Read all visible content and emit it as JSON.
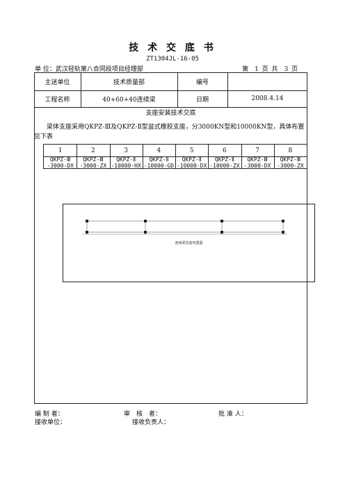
{
  "header": {
    "title": "技 术 交 底 书",
    "doc_code": "ZT1304JL-16-05",
    "unit": "单 位：武汉轻轨第八合同段项目经理部",
    "page_info": "第　1 页 共　3 页"
  },
  "info_table": {
    "row1": {
      "label1": "主送单位",
      "value1": "技术质量部",
      "label2": "编号",
      "value2": ""
    },
    "row2": {
      "label1": "工程名称",
      "value1": "40+60+40连续梁",
      "label2": "日期",
      "value2": "2008.4.14"
    }
  },
  "section": {
    "title": "支座安装技术交底",
    "paragraph": "梁体支座采用QKPZ-Ⅲ及QKPZ-Ⅱ型盆式橡胶支座，分3000KN型和10000KN型，具体布置见下表"
  },
  "bearing_table": {
    "headers": [
      "1",
      "2",
      "3",
      "4",
      "5",
      "6",
      "7",
      "8"
    ],
    "values": [
      {
        "line1": "QKPZ-Ⅲ",
        "line2": "-3000-DX"
      },
      {
        "line1": "QKPZ-Ⅲ",
        "line2": "-3000-ZX"
      },
      {
        "line1": "QKPZ-Ⅱ",
        "line2": "-10000-HX"
      },
      {
        "line1": "QKPZ-Ⅱ",
        "line2": "-10000-GD"
      },
      {
        "line1": "QKPZ-Ⅱ",
        "line2": "-10000-DX"
      },
      {
        "line1": "QKPZ-Ⅱ",
        "line2": "-10000-ZX"
      },
      {
        "line1": "QKPZ-Ⅲ",
        "line2": "-3000-DX"
      },
      {
        "line1": "QKPZ-Ⅲ",
        "line2": "-3000-ZX"
      }
    ]
  },
  "diagram": {
    "caption": "连续梁支座布置图",
    "colors": {
      "line": "#444444",
      "marker": "#222222"
    }
  },
  "footer": {
    "editor": "编 制 者：",
    "reviewer": "审　核　者：",
    "approver": "批 准 人：",
    "receiving_unit": "接收单位：",
    "receiving_person": "接收负责人："
  }
}
